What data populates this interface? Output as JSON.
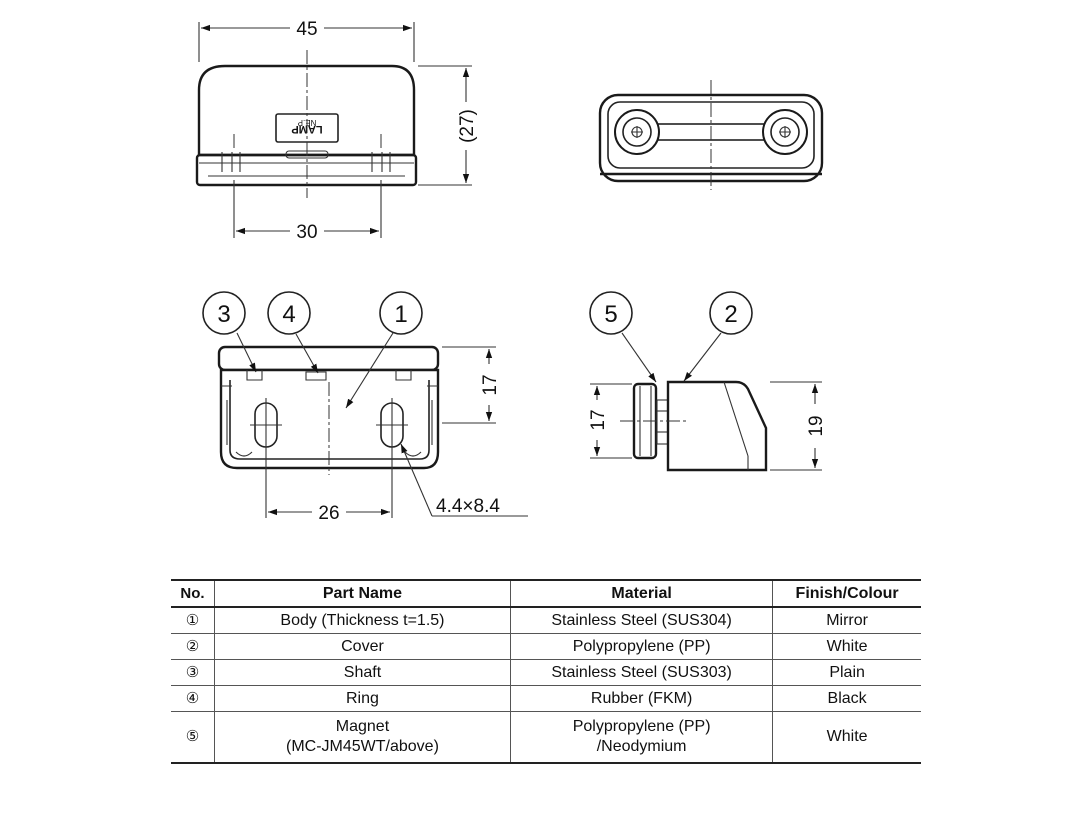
{
  "dimensions": {
    "top_width": "45",
    "top_height": "(27)",
    "top_hole_spacing": "30",
    "front_hole_spacing": "26",
    "front_height": "17",
    "slot_size": "4.4×8.4",
    "side_height_magnet": "17",
    "side_height_body": "19"
  },
  "labels": {
    "badge_text": "LAMP",
    "badge_subtext": "NE.P"
  },
  "callouts": [
    "1",
    "2",
    "3",
    "4",
    "5"
  ],
  "table": {
    "headers": [
      "No.",
      "Part Name",
      "Material",
      "Finish/Colour"
    ],
    "rows": [
      {
        "no": "①",
        "name": "Body (Thickness t=1.5)",
        "name2": "",
        "material": "Stainless Steel (SUS304)",
        "material2": "",
        "finish": "Mirror"
      },
      {
        "no": "②",
        "name": "Cover",
        "name2": "",
        "material": "Polypropylene (PP)",
        "material2": "",
        "finish": "White"
      },
      {
        "no": "③",
        "name": "Shaft",
        "name2": "",
        "material": "Stainless Steel (SUS303)",
        "material2": "",
        "finish": "Plain"
      },
      {
        "no": "④",
        "name": "Ring",
        "name2": "",
        "material": "Rubber (FKM)",
        "material2": "",
        "finish": "Black"
      },
      {
        "no": "⑤",
        "name": "Magnet",
        "name2": "(MC-JM45WT/above)",
        "material": "Polypropylene (PP)",
        "material2": "/Neodymium",
        "finish": "White"
      }
    ]
  }
}
